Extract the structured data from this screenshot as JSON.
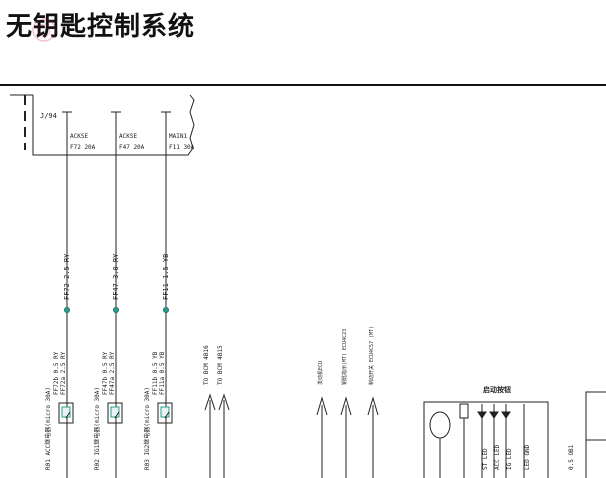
{
  "title": "无钥匙控制系统",
  "fusebox": {
    "label": "J/94",
    "fuses": [
      {
        "name": "ACKSE",
        "rating": "F72 20A"
      },
      {
        "name": "ACKSE",
        "rating": "F47 20A"
      },
      {
        "name": "MAIN1",
        "rating": "F11 30A"
      }
    ]
  },
  "wires": [
    {
      "label": "FF72 2.5 RY"
    },
    {
      "label": "FF47 3.0 RY"
    },
    {
      "label": "FF11 1.5 YB"
    }
  ],
  "relays": [
    {
      "name": "R01 ACC继电器(micro 30A)",
      "pins": [
        "FF72b 0.5 RY",
        "FF72a 2.5 RY"
      ]
    },
    {
      "name": "R02 IG1继电器(micro 30A)",
      "pins": [
        "FF47b 0.5 RY",
        "FF47a 2.5 RY"
      ]
    },
    {
      "name": "R03 IG2继电器(micro 30A)",
      "pins": [
        "FF11b 0.5 YB",
        "FF11a 0.5 YB"
      ]
    }
  ],
  "bcm_links": [
    "TO BCM 4B16",
    "TO BCM 4B15"
  ],
  "ecu_links": [
    "发动机ECU",
    "钥匙指示(MT) ECU4C23",
    "制动开关 ECU4C57 (MT)"
  ],
  "module_label": "启动按钮",
  "module_pins": [
    "ST LED",
    "ACC LED",
    "IG LED",
    "LED GND"
  ],
  "right_label": "0.5 OB1"
}
